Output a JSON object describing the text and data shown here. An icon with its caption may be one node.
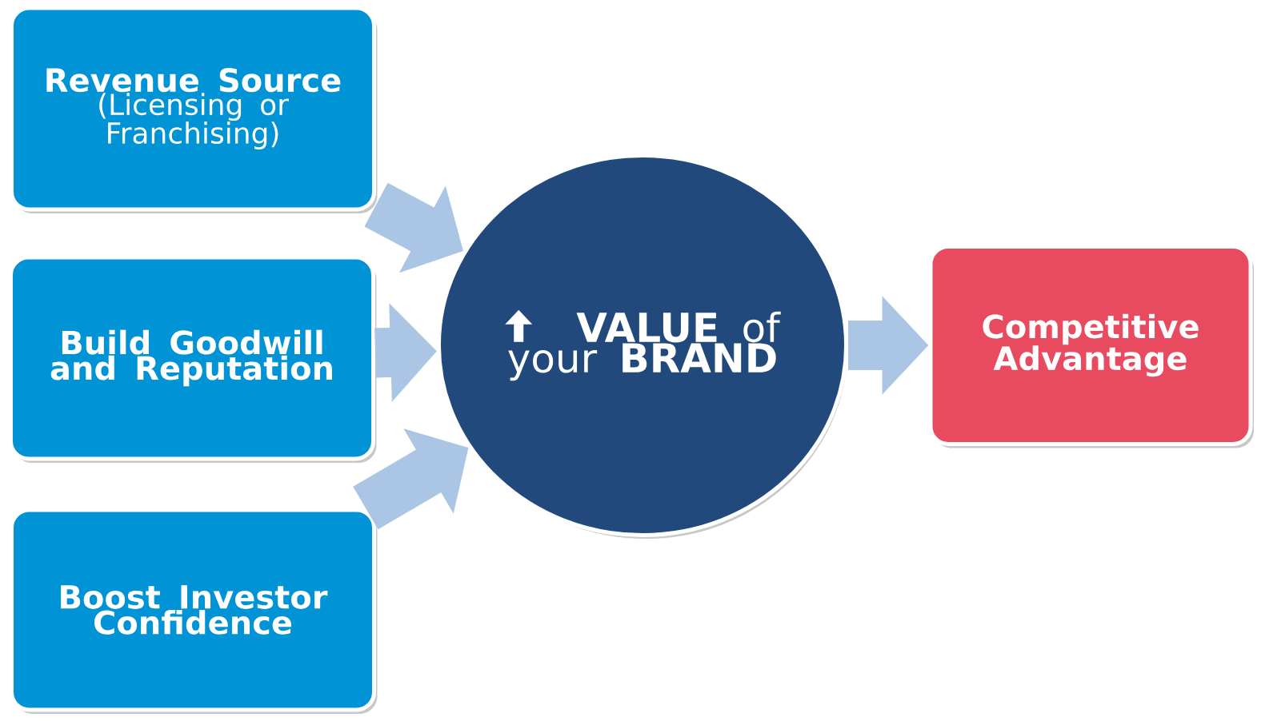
{
  "diagram": {
    "nodes": [
      {
        "text": [
          "Revenue Source",
          "(Licensing or Franchising)"
        ]
      },
      {
        "text": [
          "Build Goodwill and Reputation"
        ]
      },
      {
        "text": [
          "Boost Investor Confidence"
        ]
      },
      {
        "text": [
          "**VALUE** of your **BRAND**"
        ]
      },
      {
        "text": [
          "Competitive Advantage"
        ]
      }
    ],
    "edges": [
      {
        "from": 0,
        "to": 3,
        "arrow": "to"
      },
      {
        "from": 1,
        "to": 3,
        "arrow": "to"
      },
      {
        "from": 2,
        "to": 3,
        "arrow": "to"
      },
      {
        "from": 3,
        "to": 4,
        "arrow": "to"
      }
    ]
  }
}
